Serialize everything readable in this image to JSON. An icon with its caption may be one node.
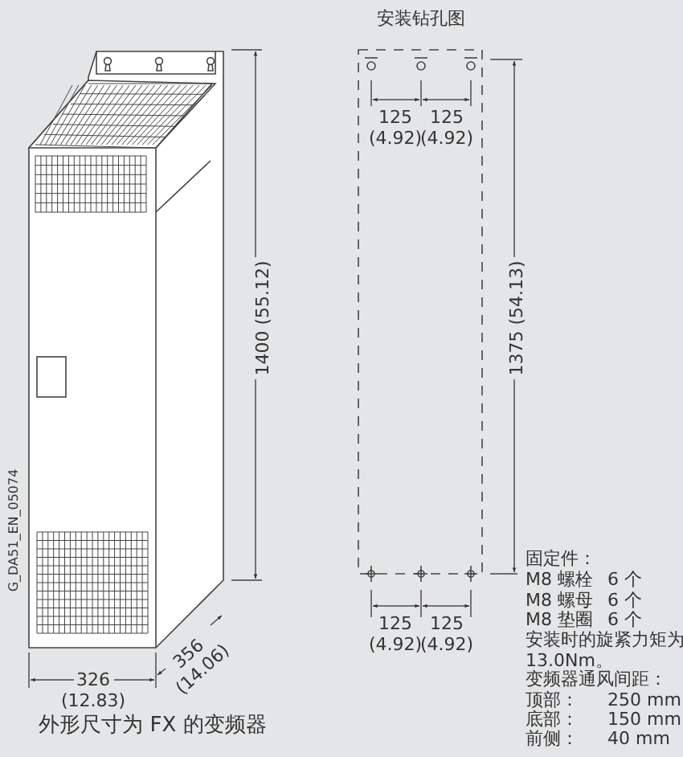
{
  "diagram": {
    "caption": "外形尺寸为 FX 的变频器",
    "labels": [
      "安装钻孔图",
      "1400 (55.12)",
      "125 (4.92)",
      "125 (4.92)",
      "1375 (54.13)",
      "G_DA51_EN_05074",
      "固定件：",
      "M8 螺栓",
      "6 个",
      "M8 螺母",
      "6 个",
      "M8 垫圈",
      "6 个",
      "125 (4.92)",
      "125 (4.92)",
      "安装时的旋紧力矩为 13.0Nm。",
      "326 (12.83)",
      "356 (14.06)",
      "变频器通风间距：",
      "顶部：",
      "250 mm",
      "底部：",
      "150 mm",
      "前侧：",
      "40 mm"
    ]
  }
}
